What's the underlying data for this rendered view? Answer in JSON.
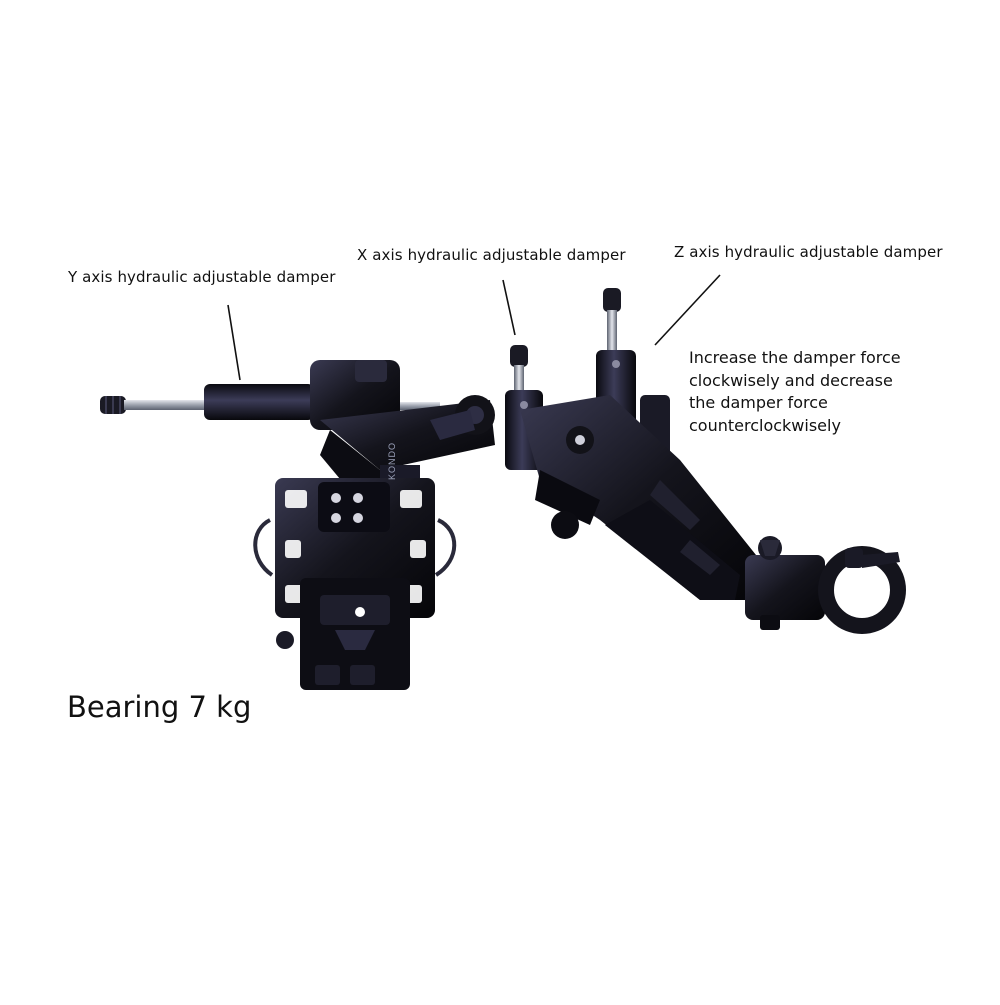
{
  "labels": {
    "y_axis": "Y axis hydraulic adjustable damper",
    "x_axis": "X axis hydraulic adjustable damper",
    "z_axis": "Z axis hydraulic adjustable damper"
  },
  "note_lines": [
    "Increase the damper force",
    "clockwisely and decrease",
    "the damper force",
    "counterclockwisely"
  ],
  "bearing": "Bearing 7 kg",
  "product_engraving": "KONDO",
  "colors": {
    "background": "#ffffff",
    "text": "#111111",
    "product": "#14141c",
    "highlight": "#4a4a66",
    "rod": "#b8bcc6"
  }
}
